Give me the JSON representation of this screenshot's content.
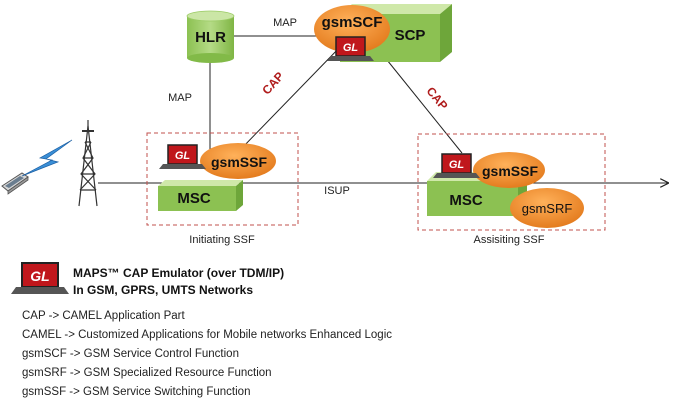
{
  "nodes": {
    "hlr": "HLR",
    "scp": "SCP",
    "gsmscf": "gsmSCF",
    "msc_left": "MSC",
    "msc_right": "MSC",
    "gsmssf_left": "gsmSSF",
    "gsmssf_right": "gsmSSF",
    "gsmsrf": "gsmSRF"
  },
  "links": {
    "hlr_scp": "MAP",
    "hlr_msc": "MAP",
    "cap_left": "CAP",
    "cap_right": "CAP",
    "isup": "ISUP"
  },
  "zones": {
    "initiating": "Initiating SSF",
    "assisting": "Assisiting SSF"
  },
  "gl_badge": "GL",
  "product": {
    "line1": "MAPS™ CAP Emulator (over TDM/IP)",
    "line2": "In GSM, GPRS, UMTS Networks"
  },
  "definitions": [
    "CAP  -> CAMEL Application Part",
    "CAMEL  -> Customized Applications for Mobile networks Enhanced Logic",
    "gsmSCF -> GSM Service Control Function",
    "gsmSRF -> GSM Specialized Resource Function",
    "gsmSSF -> GSM Service Switching Function"
  ],
  "colors": {
    "green_top": "#b9dc8f",
    "green_front": "#8cc152",
    "orange": "#f08a24",
    "cap_red": "#b01c1c",
    "gl_red": "#c0171c",
    "dashed_border": "#c0504d"
  }
}
